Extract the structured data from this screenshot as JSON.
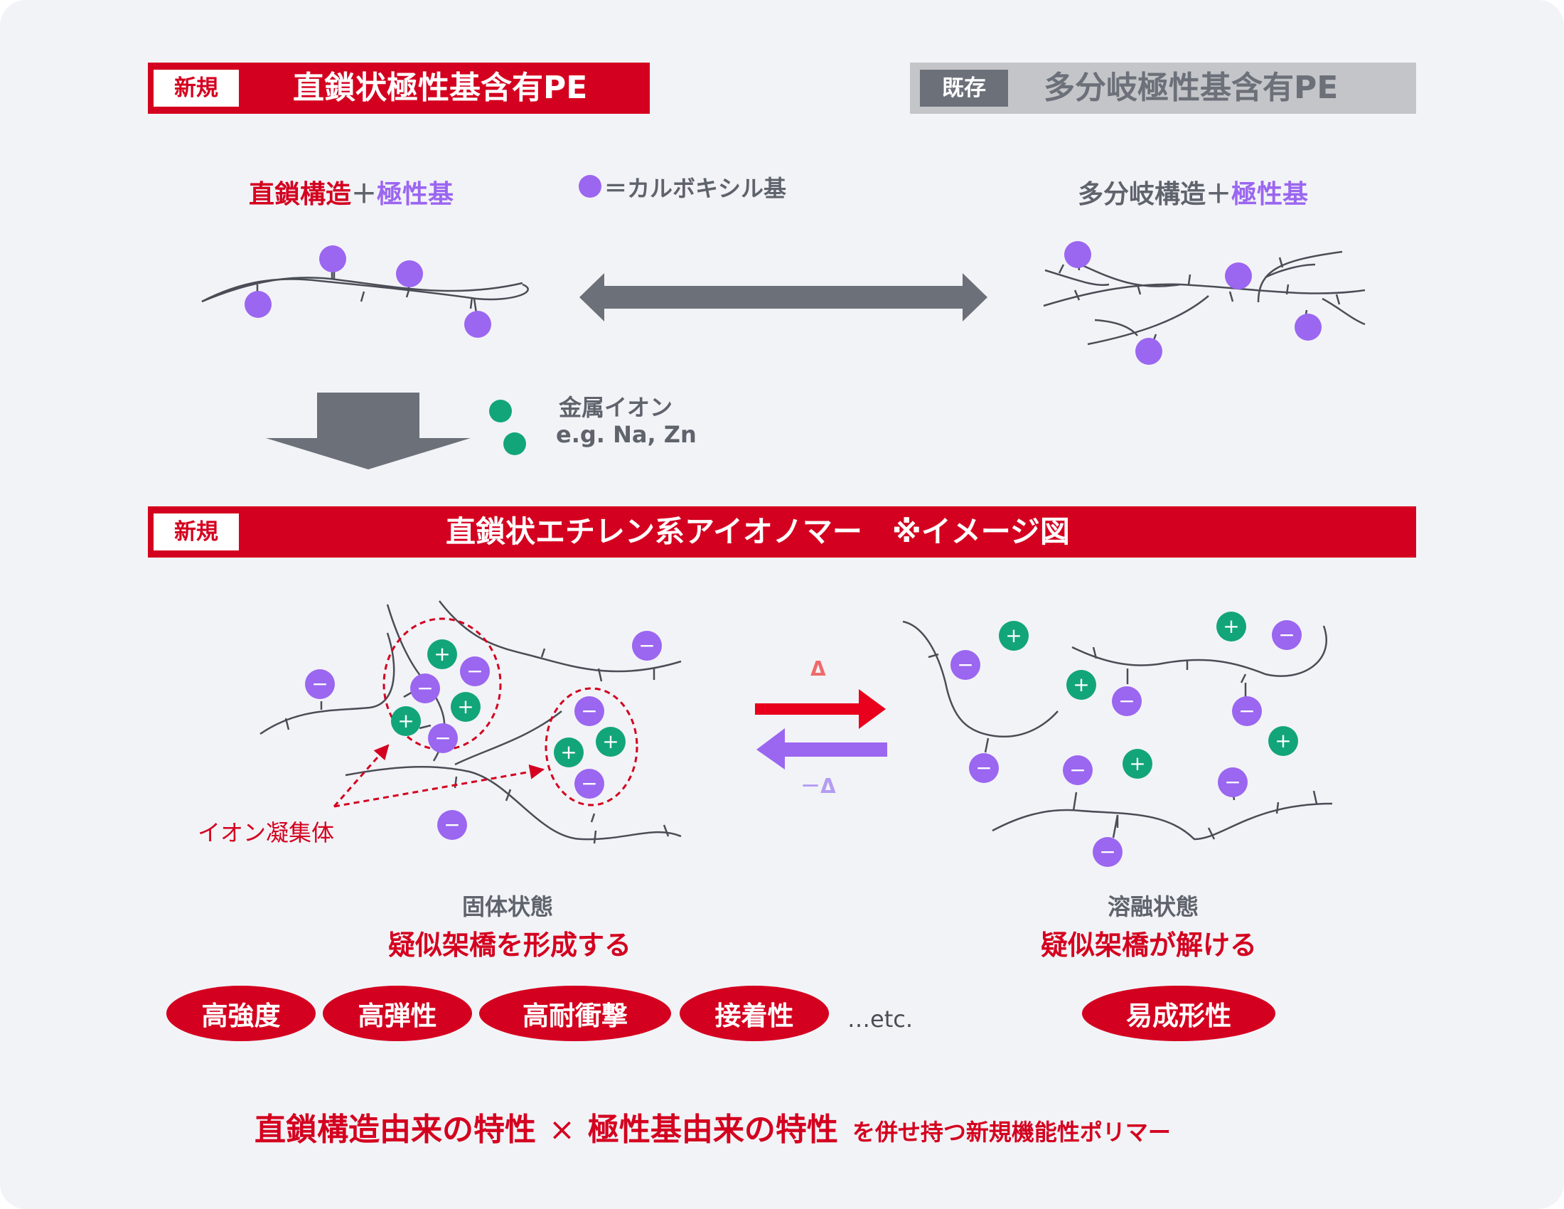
{
  "top_left": {
    "tag": "新規",
    "title": "直鎖状極性基含有PE",
    "structure_part1": "直鎖構造",
    "plus": "＋",
    "structure_part2": "極性基"
  },
  "top_right": {
    "tag": "既存",
    "title": "多分岐極性基含有PE",
    "structure_part1": "多分岐構造",
    "plus": "＋",
    "structure_part2": "極性基"
  },
  "legend": {
    "carboxyl": "＝カルボキシル基"
  },
  "metal_ion": {
    "line1": "金属イオン",
    "line2": "e.g. Na, Zn"
  },
  "ionomer_bar": {
    "tag": "新規",
    "title": "直鎖状エチレン系アイオノマー　※イメージ図"
  },
  "diagram": {
    "aggregate_label": "イオン凝集体",
    "heat": "Δ",
    "cool": "－Δ",
    "plus_sign": "+",
    "minus_sign": "−"
  },
  "solid": {
    "state": "固体状態",
    "effect": "疑似架橋を形成する",
    "properties": [
      "高強度",
      "高弾性",
      "高耐衝撃",
      "接着性"
    ],
    "etc": "…etc."
  },
  "melt": {
    "state": "溶融状態",
    "effect": "疑似架橋が解ける",
    "property": "易成形性"
  },
  "footer": {
    "part1": "直鎖構造由来の特性",
    "times": "×",
    "part2": "極性基由来の特性",
    "part3": "を併せ持つ新規機能性ポリマー"
  },
  "colors": {
    "brand_red": "#d4001f",
    "carboxyl_purple": "#9b66f0",
    "metal_ion_green": "#12a57a",
    "chain_gray": "#4a4d55",
    "arrow_gray": "#6b7079"
  }
}
